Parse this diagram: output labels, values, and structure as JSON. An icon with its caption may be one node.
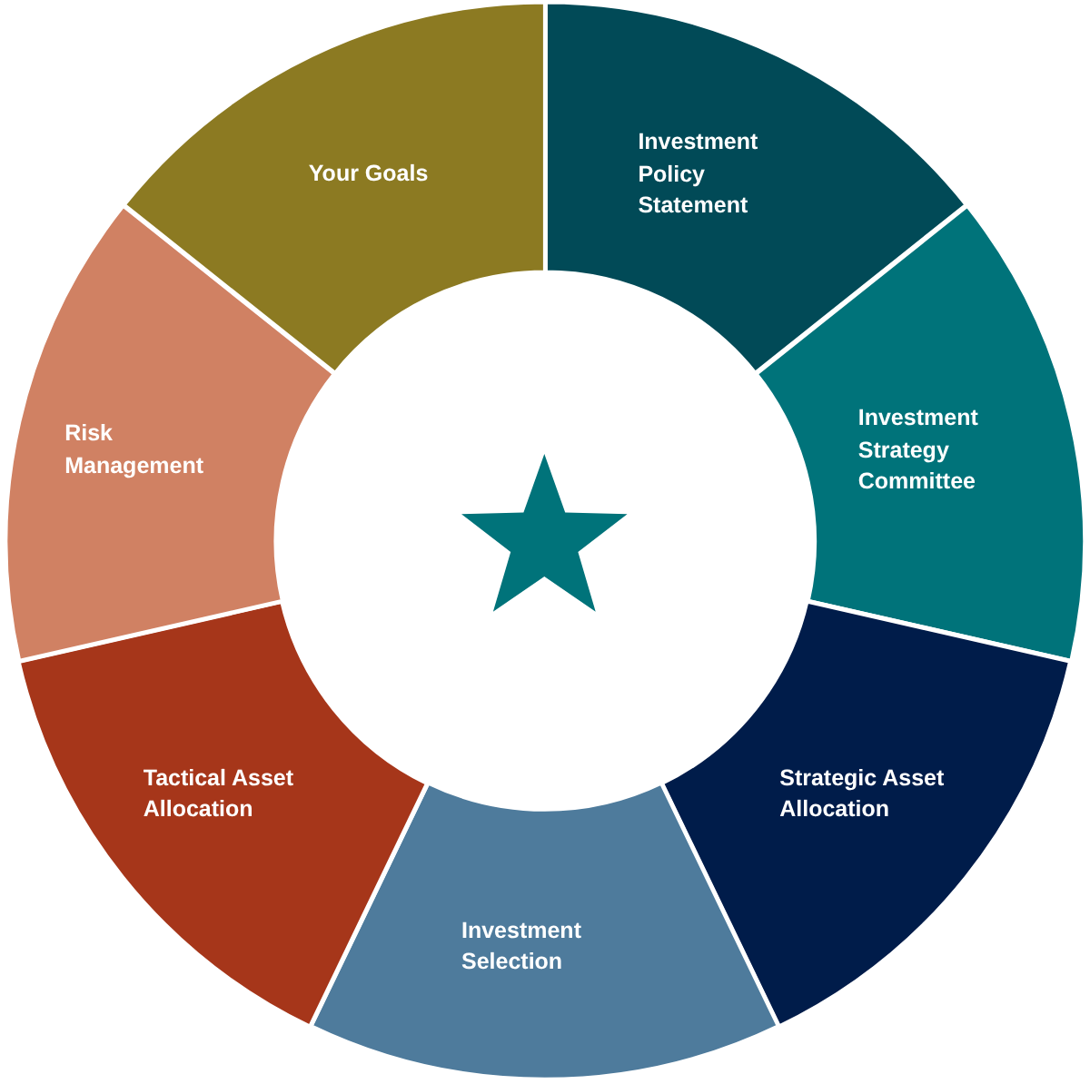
{
  "diagram": {
    "nodes": [
      {
        "text": [
          "Investment Policy Statement"
        ]
      },
      {
        "text": [
          "Investment Strategy Committee"
        ]
      },
      {
        "text": [
          "Strategic Asset Allocation"
        ]
      },
      {
        "text": [
          "Investment Selection"
        ]
      },
      {
        "text": [
          "Tactical Asset Allocation"
        ]
      },
      {
        "text": [
          "Risk Management"
        ]
      },
      {
        "text": [
          "Your Goals"
        ]
      }
    ]
  }
}
